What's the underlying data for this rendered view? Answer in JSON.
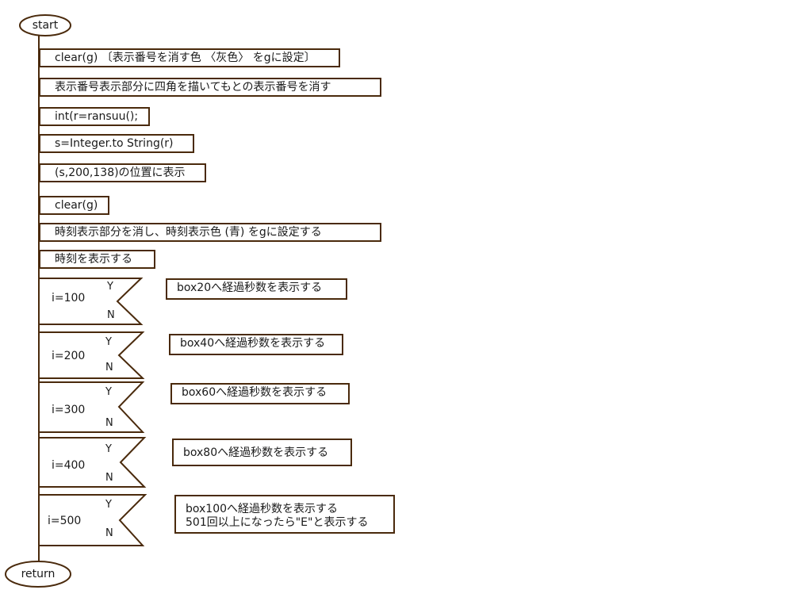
{
  "terminals": {
    "start": "start",
    "end": "return"
  },
  "steps": [
    "clear(g) 〔表示番号を消す色 〈灰色〉 をgに設定〕",
    "表示番号表示部分に四角を描いてもとの表示番号を消す",
    "int(r=ransuu();",
    "s=Integer.to String(r)",
    "(s,200,138)の位置に表示",
    "clear(g)",
    "時刻表示部分を消し、時刻表示色 (青) をgに設定する",
    "時刻を表示する"
  ],
  "branches": [
    {
      "condition": "i=100",
      "yes": "Y",
      "no": "N",
      "action": [
        "box20へ経過秒数を表示する"
      ]
    },
    {
      "condition": "i=200",
      "yes": "Y",
      "no": "N",
      "action": [
        "box40へ経過秒数を表示する"
      ]
    },
    {
      "condition": "i=300",
      "yes": "Y",
      "no": "N",
      "action": [
        "box60へ経過秒数を表示する"
      ]
    },
    {
      "condition": "i=400",
      "yes": "Y",
      "no": "N",
      "action": [
        "box80へ経過秒数を表示する"
      ]
    },
    {
      "condition": "i=500",
      "yes": "Y",
      "no": "N",
      "action": [
        "box100へ経過秒数を表示する",
        "501回以上になったら\"E\"と表示する"
      ]
    }
  ]
}
